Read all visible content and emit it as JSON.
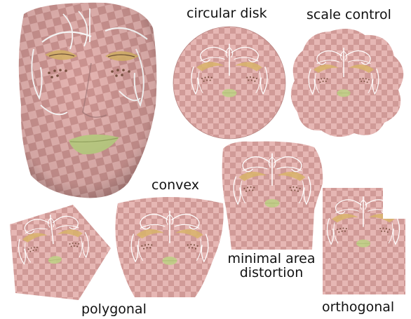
{
  "labels": {
    "circular_disk": "circular disk",
    "scale_control": "scale control",
    "convex": "convex",
    "minimal_area_distortion": "minimal area distortion",
    "polygonal": "polygonal",
    "orthogonal": "orthogonal"
  },
  "colors": {
    "checker_light": "#e6b7b4",
    "checker_dark": "#cf9895",
    "ornament_white": "#ffffff",
    "ornament_gold": "#d8b46a",
    "lip_green": "#bfcf86",
    "dots_brown": "#7a5140",
    "skin_shadow": "#9c7473"
  }
}
